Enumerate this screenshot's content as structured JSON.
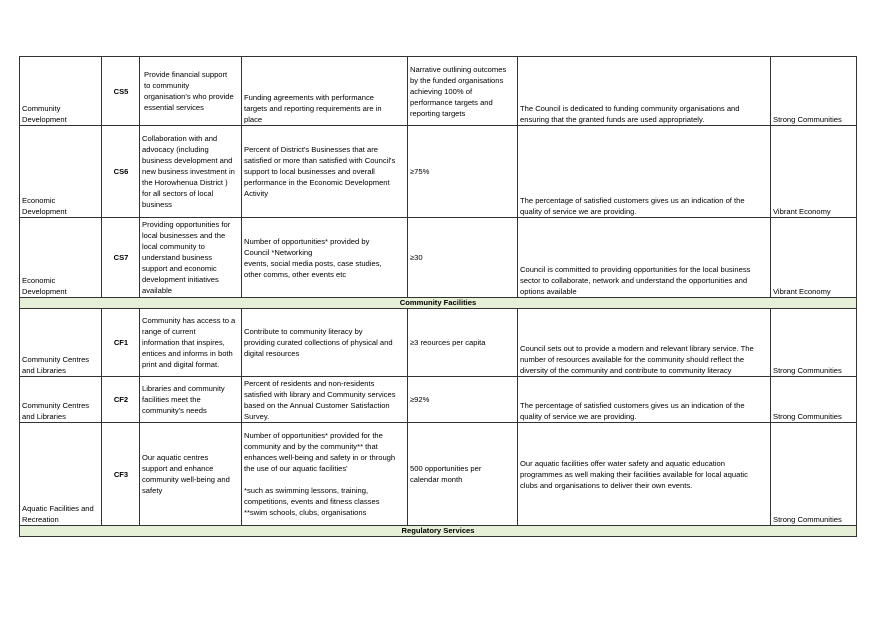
{
  "rows": [
    {
      "activity": "Community\nDevelopment",
      "code": "CS5",
      "service": "Provide financial support\nto community\norganisation's who provide\nessential services",
      "measure": "Funding agreements with performance\ntargets and reporting requirements are in\nplace",
      "target": "Narrative outlining outcomes\nby the funded organisations\nachieving 100% of\nperformance targets  and\nreporting targets",
      "rationale": "The Council is dedicated to funding community organisations and\nensuring that the granted funds are used appropriately.",
      "outcome": "Strong Communities"
    },
    {
      "activity": "Economic\nDevelopment",
      "code": "CS6",
      "service": "Collaboration with and\nadvocacy  (including\nbusiness development and\nnew business investment in\nthe Horowhenua District )\nfor all sectors of local\nbusiness",
      "measure": " Percent of District's Businesses that are\nsatisfied or more than satisfied with Council's\nsupport to local businesses and overall\nperformance in the Economic Development\nActivity",
      "target": "≥75%",
      "rationale": "The percentage of satisfied customers gives us an indication of the\nquality of service we are providing.",
      "outcome": "Vibrant Economy"
    },
    {
      "activity": "Economic\nDevelopment",
      "code": "CS7",
      "service": "Providing opportunities for\nlocal businesses and the\nlocal community to\nunderstand business\nsupport and economic\ndevelopment initiatives\navailable",
      "measure": "Number of opportunities* provided by\nCouncil                          *Networking\nevents, social media posts, case studies,\nother comms, other events etc",
      "target": "≥30",
      "rationale": "Council is committed to providing opportunities for the local business\nsector to collaborate, network and understand the opportunities and\noptions available",
      "outcome": "Vibrant Economy"
    },
    {
      "activity": "Community Centres\nand Libraries",
      "code": "CF1",
      "service": "Community has access to a\nrange of current\ninformation  that inspires,\nentices and informs in both\nprint and digital format.",
      "measure": "Contribute to community literacy by\nproviding  curated collections of physical and\ndigital resources",
      "target": "≥3 reources per capita",
      "rationale": "Council sets out to provide a modern and relevant library service. The\nnumber of  resources available for the community  should reflect the\ndiversity of the community and contribute to community literacy",
      "outcome": "Strong Communities"
    },
    {
      "activity": "Community Centres\nand Libraries",
      "code": "CF2",
      "service": "Libraries and community\nfacilities meet the\ncommunity's needs",
      "measure": "Percent of residents and non-residents\nsatisfied with library and Community services\nbased on the Annual Customer Satisfaction\nSurvey.",
      "target": "≥92%",
      "rationale": "The percentage of satisfied customers gives us an indication of the\nquality of service we are providing.",
      "outcome": "Strong Communities"
    },
    {
      "activity": "Aquatic Facilities and\nRecreation",
      "code": "CF3",
      "service": "Our aquatic centres\nsupport and enhance\ncommunity well-being and\nsafety",
      "measure": "Number of opportunities* provided for  the\ncommunity and by the community** that\nenhances well-being and safety in or through\nthe use of our aquatic facilities'\n\n*such as swimming lessons, training,\ncompetitions, events and fitness classes\n**swim schools, clubs, organisations",
      "target": "500 opportunities per\ncalendar month",
      "rationale": "Our aquatic facilities offer water safety and aquatic education\nprogrammes as well making  their facilities available for local aquatic\nclubs and organisations to deliver their own events.",
      "outcome": "Strong Communities"
    }
  ],
  "sections": {
    "community_facilities": "Community Facilities",
    "regulatory_services": "Regulatory Services"
  },
  "colors": {
    "section_fill": "#e6f0d6",
    "border": "#333333"
  }
}
